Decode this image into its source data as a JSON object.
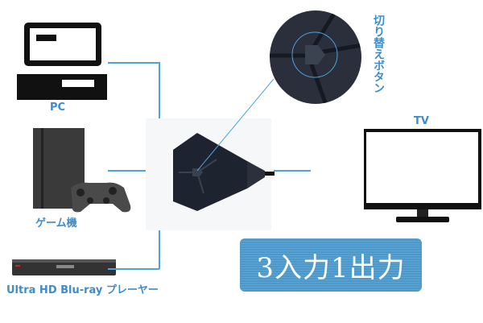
{
  "inputs": [
    {
      "label": "PC",
      "icon": "pc-icon"
    },
    {
      "label": "ゲーム機",
      "icon": "game-console-icon"
    },
    {
      "label": "Ultra HD Blu-ray プレーヤー",
      "icon": "bluray-player-icon"
    }
  ],
  "output": {
    "label": "TV",
    "icon": "tv-icon"
  },
  "callout": {
    "label": "切り替えボタン"
  },
  "badge": {
    "label": "3入力1出力"
  },
  "colors": {
    "accent": "#3d8ccc",
    "line": "#4da3dc",
    "badge": "#5aa5d4"
  }
}
